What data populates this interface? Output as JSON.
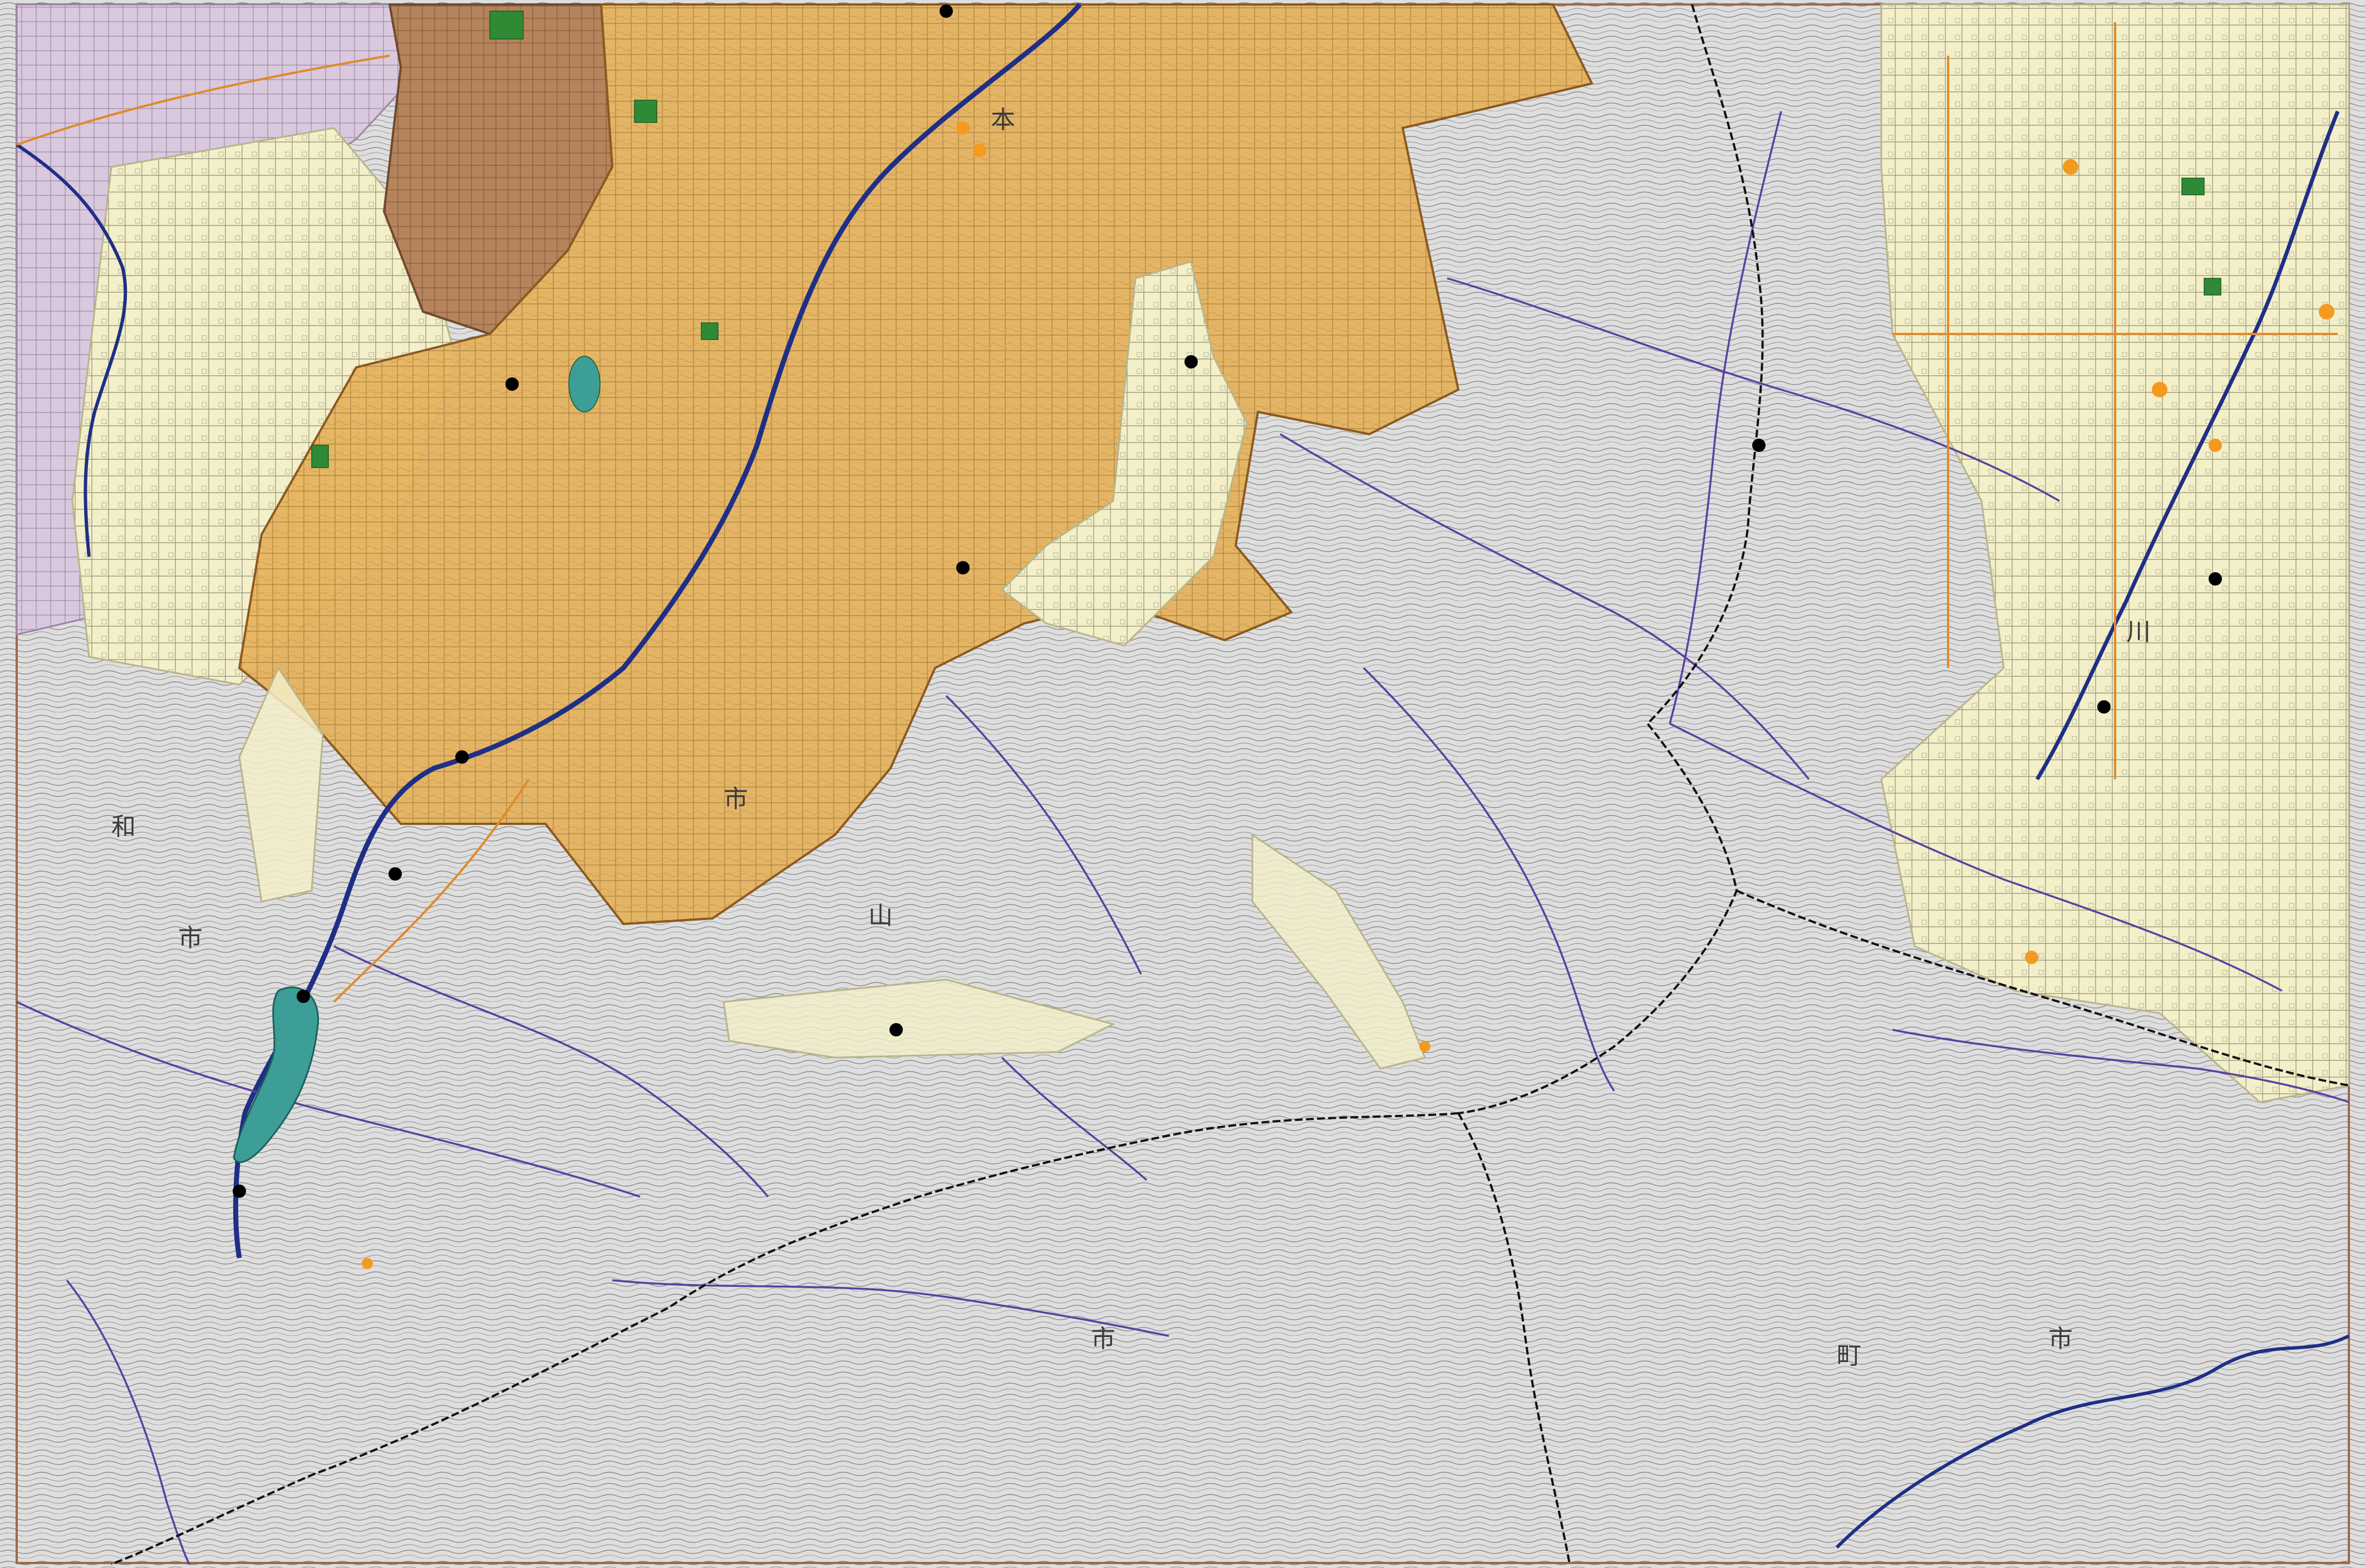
{
  "map": {
    "labels": {
      "n1": "本",
      "n2": "市",
      "n3": "和",
      "n4": "市",
      "n5": "山",
      "n6": "市",
      "n7": "川",
      "n8": "町",
      "n9": "市"
    },
    "colors": {
      "background": "#ffffff",
      "mountain_terrain": "#dcdcdc",
      "contour_line": "#7a7a7a",
      "urban_orange_zone": "#e6b25c",
      "urban_orange_edge": "#b98b3c",
      "urban_brown_zone": "#b5835c",
      "residential_cream": "#f3efc9",
      "lavender_zone": "#d9c8de",
      "stream_purple": "#5b3fa0",
      "river_dark_blue": "#1f2f86",
      "boundary_black": "#111111",
      "road_orange": "#e08a2a",
      "reservoir_teal": "#3d9e97",
      "park_green": "#2f8a35",
      "facility_orange": "#f39a1f",
      "point_black": "#000000"
    },
    "icons": [
      "reservoir",
      "landmark-point",
      "facility-marker",
      "park-patch"
    ]
  }
}
